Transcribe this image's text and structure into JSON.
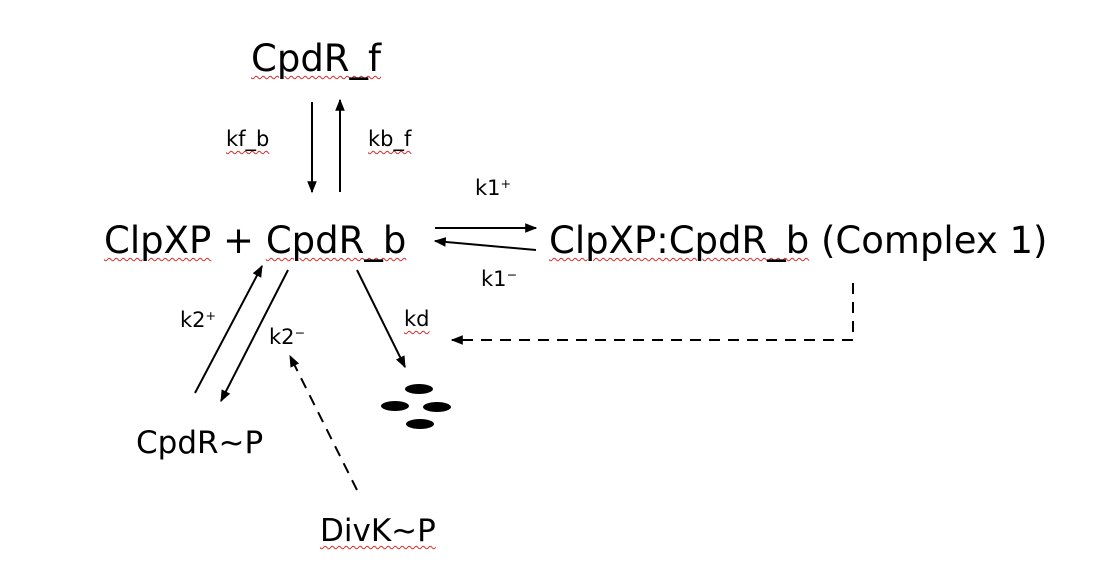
{
  "species": {
    "cpdr_f": "CpdR_f",
    "clpxp": "ClpXP",
    "plus": "+",
    "cpdr_b": "CpdR_b",
    "complex_name": "ClpXP:CpdR_b",
    "complex_note": "(Complex 1)",
    "cpdr_p": "CpdR~P",
    "divk_p": "DivK~P"
  },
  "rates": {
    "kf_b": "kf_b",
    "kb_f": "kb_f",
    "k1_base": "k1",
    "k1_plus_sup": "+",
    "k1_minus_sup": "−",
    "k2_base": "k2",
    "k2_plus_sup": "+",
    "k2_minus_sup": "−",
    "kd": "kd"
  },
  "colors": {
    "ink": "#000000",
    "spellcheck_underline": "#d42b2b"
  }
}
